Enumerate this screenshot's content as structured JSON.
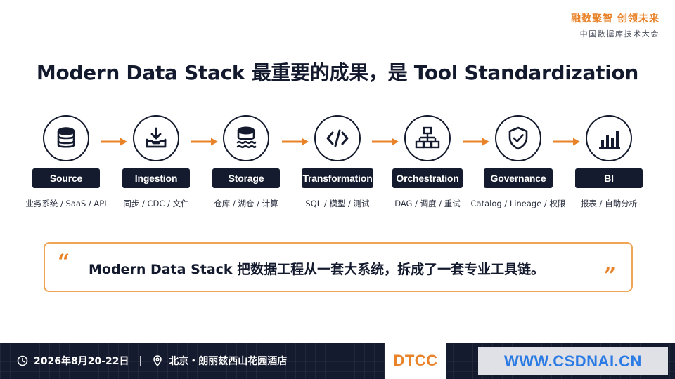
{
  "brand": {
    "slogan": "融数聚智 创领未来",
    "subtitle": "中国数据库技术大会"
  },
  "title": "Modern Data Stack 最重要的成果，是 Tool Standardization",
  "steps": [
    {
      "label": "Source",
      "description": "业务系统 / SaaS / API",
      "icon": "database-icon"
    },
    {
      "label": "Ingestion",
      "description": "同步 / CDC / 文件",
      "icon": "download-tray-icon"
    },
    {
      "label": "Storage",
      "description": "仓库 / 湖仓 / 计算",
      "icon": "storage-lake-icon"
    },
    {
      "label": "Transformation",
      "description": "SQL / 模型 / 测试",
      "icon": "code-icon"
    },
    {
      "label": "Orchestration",
      "description": "DAG / 调度 / 重试",
      "icon": "flowchart-icon"
    },
    {
      "label": "Governance",
      "description": "Catalog / Lineage / 权限",
      "icon": "shield-check-icon"
    },
    {
      "label": "BI",
      "description": "报表 / 自助分析",
      "icon": "bar-chart-icon"
    }
  ],
  "quote": {
    "open": "“",
    "text": "Modern Data Stack 把数据工程从一套大系统，拆成了一套专业工具链。",
    "close": "”"
  },
  "footer": {
    "date": "2026年8月20-22日",
    "separator": "|",
    "location": "北京・朗丽兹西山花园酒店",
    "logo": "DTCC",
    "watermark": "WWW.CSDNAI.CN"
  },
  "colors": {
    "accent": "#e8832a",
    "navy": "#151b2e"
  }
}
